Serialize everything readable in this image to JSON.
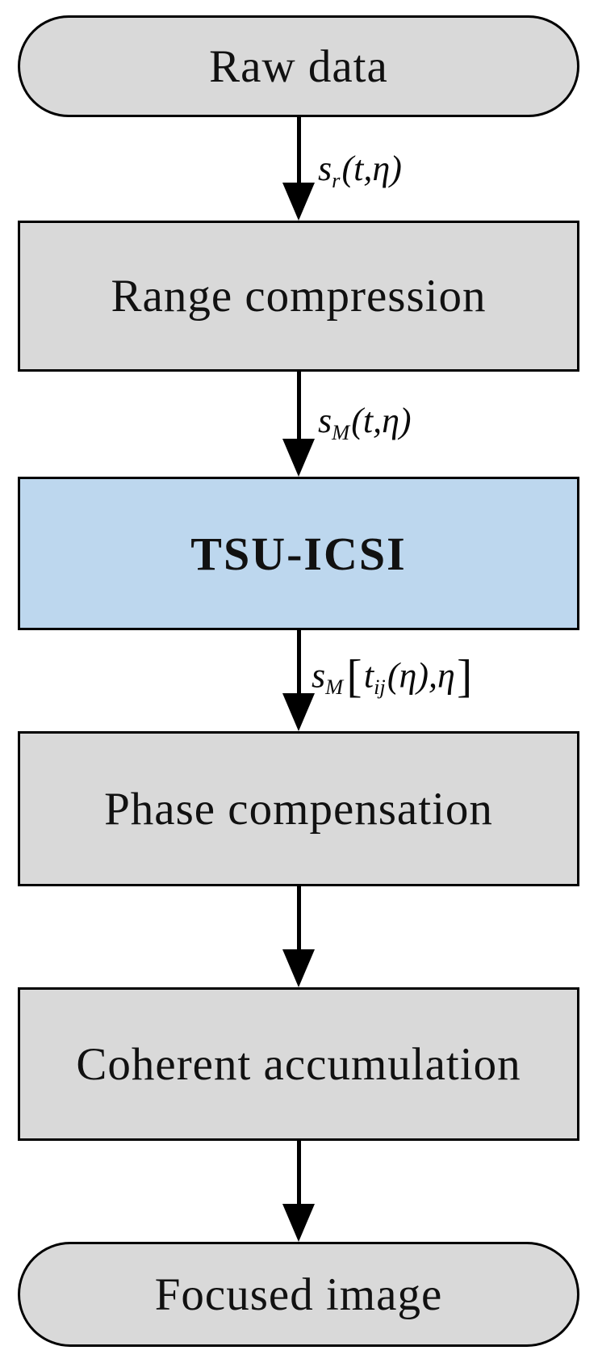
{
  "nodes": [
    {
      "id": "raw-data",
      "label": "Raw data",
      "shape": "stadium",
      "fill": "#d9d9d9"
    },
    {
      "id": "range-compression",
      "label": "Range compression",
      "shape": "rect",
      "fill": "#d9d9d9"
    },
    {
      "id": "tsu-icsi",
      "label": "TSU-ICSI",
      "shape": "rect",
      "fill": "#bdd7ee",
      "emphasis": "bold"
    },
    {
      "id": "phase-compensation",
      "label": "Phase compensation",
      "shape": "rect",
      "fill": "#d9d9d9"
    },
    {
      "id": "coherent-accumulation",
      "label": "Coherent accumulation",
      "shape": "rect",
      "fill": "#d9d9d9"
    },
    {
      "id": "focused-image",
      "label": "Focused image",
      "shape": "stadium",
      "fill": "#d9d9d9"
    }
  ],
  "edges": [
    {
      "from": "raw-data",
      "to": "range-compression",
      "label": {
        "base": "s",
        "sub": "r",
        "rest": "(t,η)"
      }
    },
    {
      "from": "range-compression",
      "to": "tsu-icsi",
      "label": {
        "base": "s",
        "sub": "M",
        "rest": "(t,η)"
      }
    },
    {
      "from": "tsu-icsi",
      "to": "phase-compensation",
      "label": {
        "base": "s",
        "sub": "M",
        "open_bracket": "[",
        "inner_base": "t",
        "inner_sub": "ij",
        "inner_rest": "(η),η",
        "close_bracket": "]"
      }
    },
    {
      "from": "phase-compensation",
      "to": "coherent-accumulation"
    },
    {
      "from": "coherent-accumulation",
      "to": "focused-image"
    }
  ],
  "colors": {
    "node_fill_gray": "#d9d9d9",
    "node_fill_blue": "#bdd7ee",
    "border": "#000000",
    "arrow": "#000000",
    "text": "#111111",
    "background": "#ffffff"
  }
}
